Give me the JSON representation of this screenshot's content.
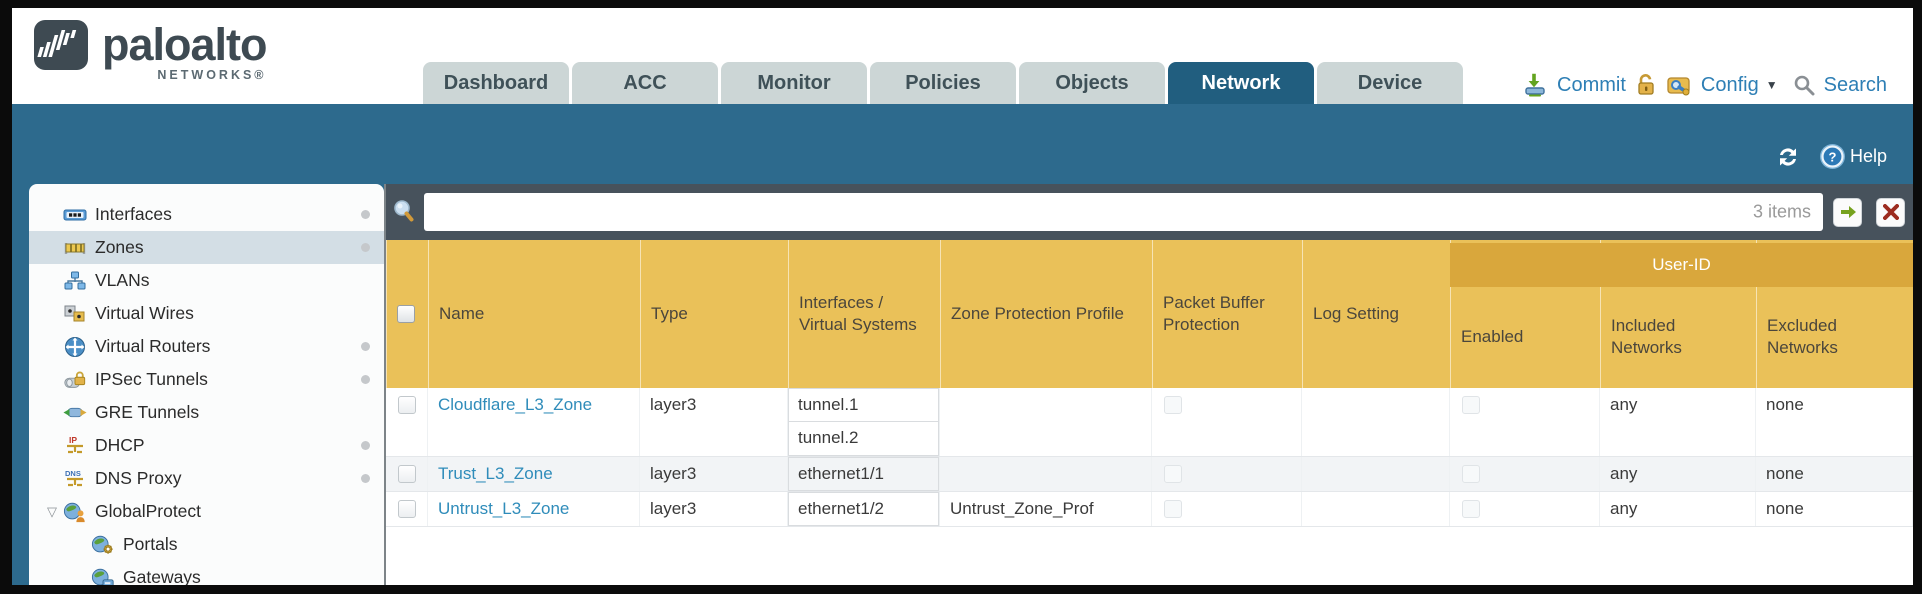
{
  "brand": {
    "name": "paloalto",
    "sub": "NETWORKS®"
  },
  "nav": {
    "tabs": [
      {
        "label": "Dashboard",
        "active": false
      },
      {
        "label": "ACC",
        "active": false
      },
      {
        "label": "Monitor",
        "active": false
      },
      {
        "label": "Policies",
        "active": false
      },
      {
        "label": "Objects",
        "active": false
      },
      {
        "label": "Network",
        "active": true
      },
      {
        "label": "Device",
        "active": false
      }
    ],
    "commit_label": "Commit",
    "config_label": "Config",
    "search_label": "Search"
  },
  "toolbar": {
    "help_label": "Help"
  },
  "sidebar": {
    "items": [
      {
        "label": "Interfaces",
        "icon": "interfaces-icon",
        "dot": true
      },
      {
        "label": "Zones",
        "icon": "zones-icon",
        "dot": true,
        "selected": true
      },
      {
        "label": "VLANs",
        "icon": "vlans-icon"
      },
      {
        "label": "Virtual Wires",
        "icon": "virtual-wires-icon"
      },
      {
        "label": "Virtual Routers",
        "icon": "virtual-routers-icon",
        "dot": true
      },
      {
        "label": "IPSec Tunnels",
        "icon": "ipsec-tunnels-icon",
        "dot": true
      },
      {
        "label": "GRE Tunnels",
        "icon": "gre-tunnels-icon"
      },
      {
        "label": "DHCP",
        "icon": "dhcp-icon",
        "dot": true
      },
      {
        "label": "DNS Proxy",
        "icon": "dns-proxy-icon",
        "dot": true
      },
      {
        "label": "GlobalProtect",
        "icon": "globalprotect-icon",
        "expanded": true
      },
      {
        "label": "Portals",
        "icon": "portals-icon",
        "child": true
      },
      {
        "label": "Gateways",
        "icon": "gateways-icon",
        "child": true
      }
    ]
  },
  "filter": {
    "value": "",
    "count": "3 items"
  },
  "table": {
    "group_header": "User-ID",
    "columns": [
      "Name",
      "Type",
      "Interfaces / Virtual Systems",
      "Zone Protection Profile",
      "Packet Buffer Protection",
      "Log Setting",
      "Enabled",
      "Included Networks",
      "Excluded Networks"
    ],
    "rows": [
      {
        "name": "Cloudflare_L3_Zone",
        "type": "layer3",
        "interfaces": [
          "tunnel.1",
          "tunnel.2"
        ],
        "zone_protection_profile": "",
        "log_setting": "",
        "included_networks": "any",
        "excluded_networks": "none"
      },
      {
        "name": "Trust_L3_Zone",
        "type": "layer3",
        "interfaces": [
          "ethernet1/1"
        ],
        "zone_protection_profile": "",
        "log_setting": "",
        "included_networks": "any",
        "excluded_networks": "none"
      },
      {
        "name": "Untrust_L3_Zone",
        "type": "layer3",
        "interfaces": [
          "ethernet1/2"
        ],
        "zone_protection_profile": "Untrust_Zone_Prof",
        "log_setting": "",
        "included_networks": "any",
        "excluded_networks": "none"
      }
    ]
  },
  "icons": {
    "commit-icon": "green-arrow-into-device",
    "lock-icon": "gold-padlock",
    "config-icon": "gold-folder-with-blue-wrench",
    "search-icon": "magnifier",
    "refresh-icon": "circular-arrows",
    "help-icon": "question-mark-in-blue-circle",
    "filter-magnifier-icon": "magnifier-blue-lens",
    "apply-filter-icon": "green-right-arrow",
    "clear-filter-icon": "red-x"
  }
}
